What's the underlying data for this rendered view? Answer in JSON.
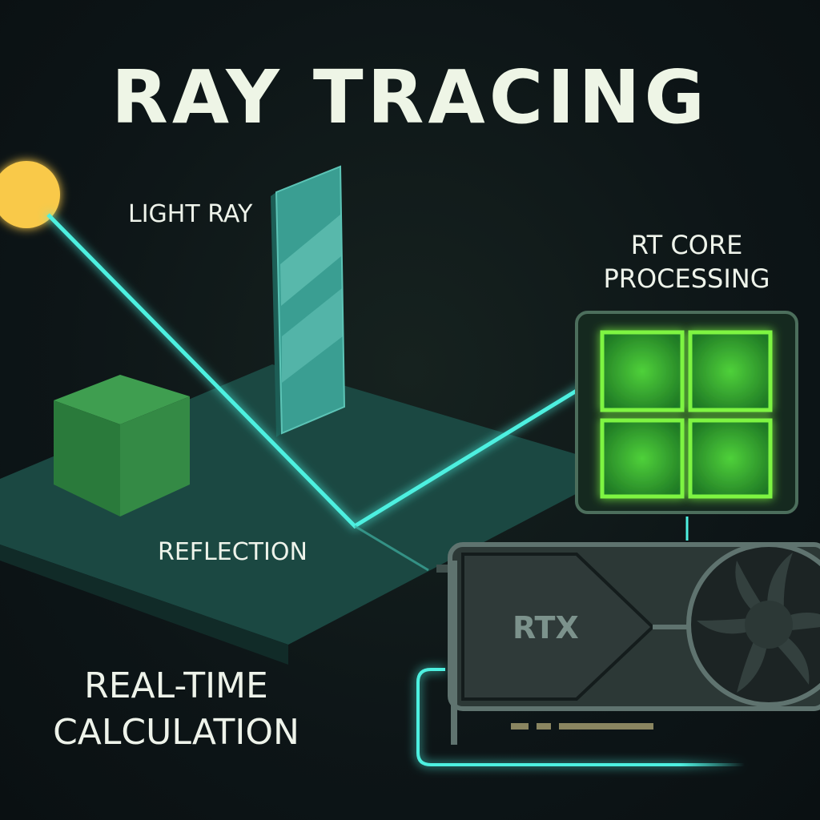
{
  "title": "RAY TRACING",
  "labels": {
    "light_ray": "LIGHT RAY",
    "rt_core_line1": "RT CORE",
    "rt_core_line2": "PROCESSING",
    "reflection": "REFLECTION",
    "realtime_line1": "REAL-TIME",
    "realtime_line2": "CALCULATION",
    "gpu_brand": "RTX"
  },
  "colors": {
    "background": "#0d1517",
    "light_source": "#f9c94a",
    "ray": "#4ef0e0",
    "cube": "#2f8a45",
    "core_green": "#7ef542",
    "floor": "#1c4a44"
  }
}
